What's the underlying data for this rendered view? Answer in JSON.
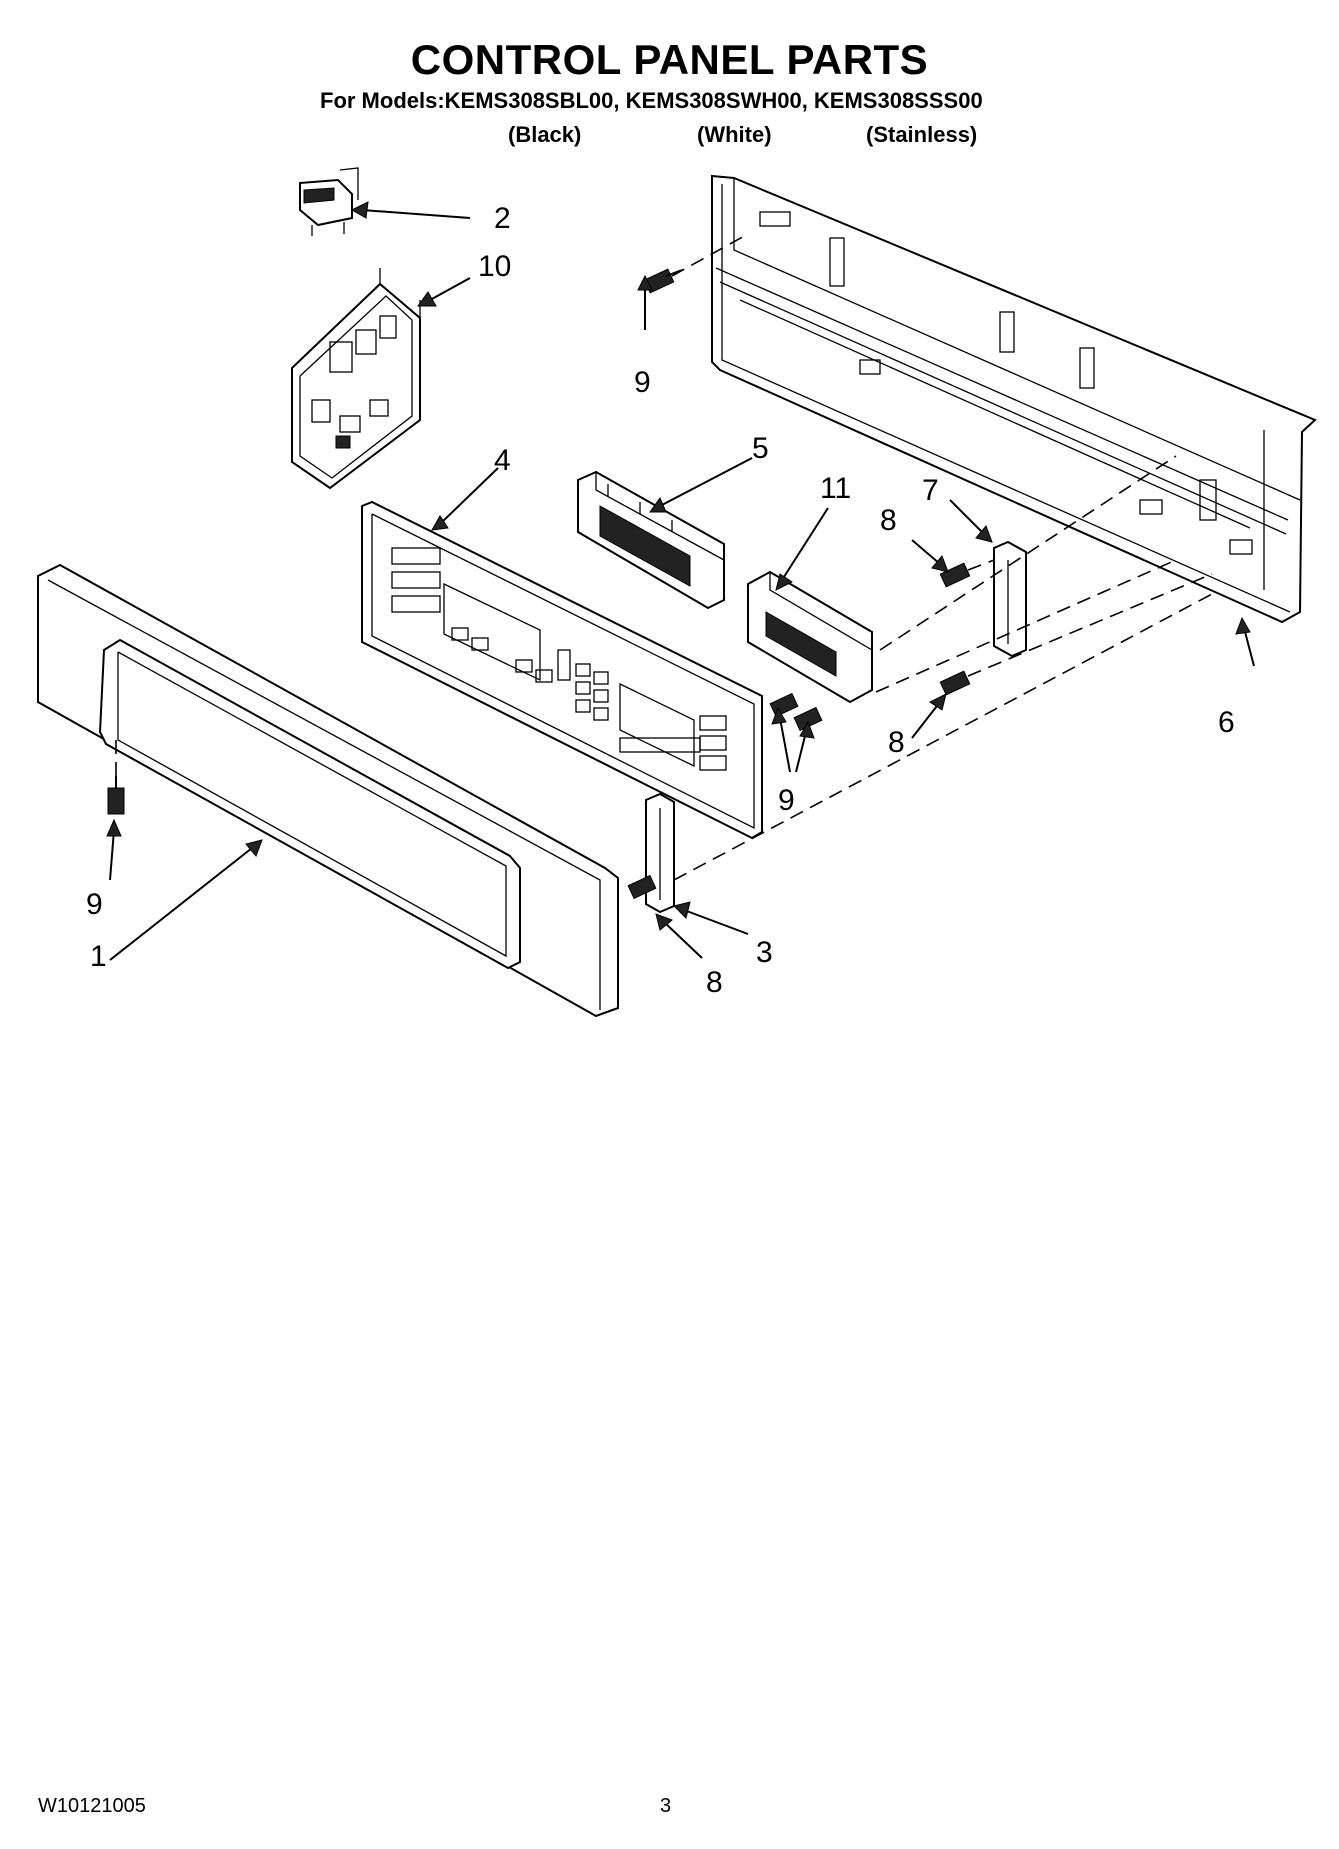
{
  "header": {
    "title": "CONTROL PANEL PARTS",
    "models_line": "For Models:KEMS308SBL00, KEMS308SWH00, KEMS308SSS00",
    "variants": [
      "(Black)",
      "(White)",
      "(Stainless)"
    ]
  },
  "callouts": {
    "c1": "1",
    "c2": "2",
    "c3": "3",
    "c4": "4",
    "c5": "5",
    "c6": "6",
    "c7": "7",
    "c8a": "8",
    "c8b": "8",
    "c8c": "8",
    "c9a": "9",
    "c9b": "9",
    "c9c": "9",
    "c10": "10",
    "c11": "11"
  },
  "footer": {
    "doc_number": "W10121005",
    "page_number": "3"
  }
}
